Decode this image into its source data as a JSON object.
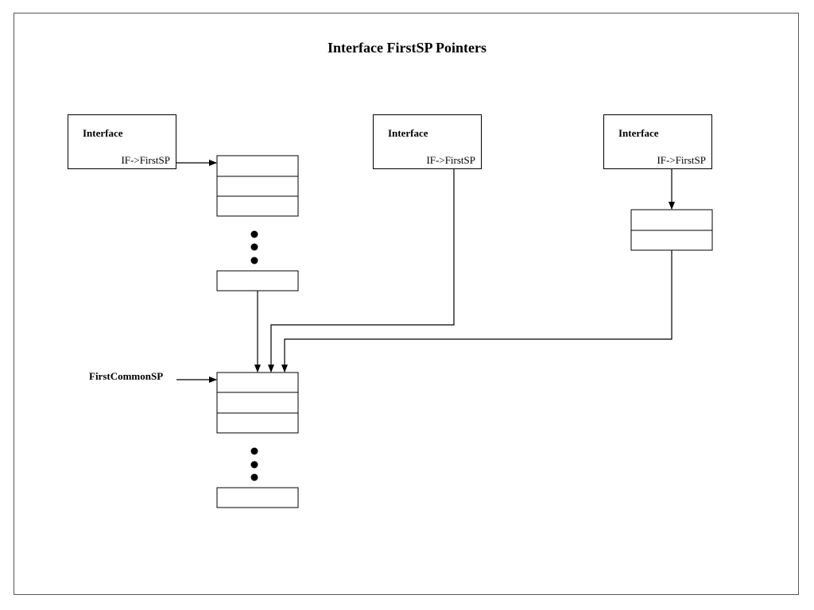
{
  "title": "Interface FirstSP Pointers",
  "interfaces": [
    {
      "header": "Interface",
      "pointer": "IF->FirstSP"
    },
    {
      "header": "Interface",
      "pointer": "IF->FirstSP"
    },
    {
      "header": "Interface",
      "pointer": "IF->FirstSP"
    }
  ],
  "first_common_label": "FirstCommonSP"
}
